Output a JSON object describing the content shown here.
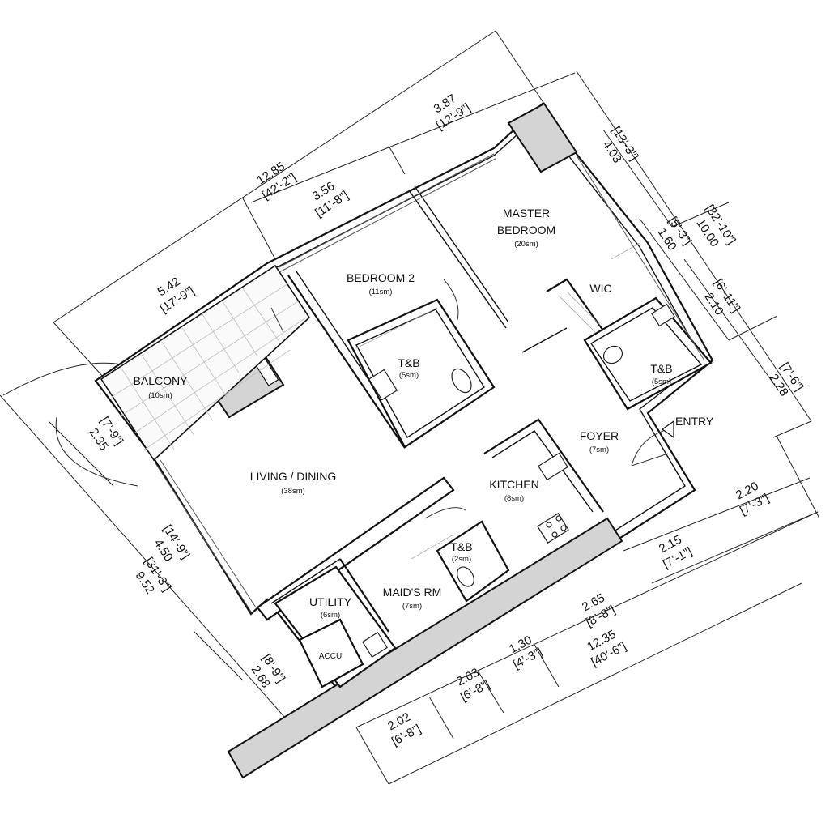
{
  "rooms": {
    "master": {
      "name_1": "MASTER",
      "name_2": "BEDROOM",
      "area": "(20sm)"
    },
    "bedroom2": {
      "name": "BEDROOM 2",
      "area": "(11sm)"
    },
    "wic": {
      "name": "WIC"
    },
    "tb_bed2": {
      "name": "T&B",
      "area": "(5sm)"
    },
    "tb_master": {
      "name": "T&B",
      "area": "(5sm)"
    },
    "tb_maid": {
      "name": "T&B",
      "area": "(2sm)"
    },
    "balcony": {
      "name": "BALCONY",
      "area": "(10sm)"
    },
    "living": {
      "name": "LIVING / DINING",
      "area": "(38sm)"
    },
    "kitchen": {
      "name": "KITCHEN",
      "area": "(8sm)"
    },
    "foyer": {
      "name": "FOYER",
      "area": "(7sm)"
    },
    "utility": {
      "name": "UTILITY",
      "area": "(6sm)"
    },
    "maids": {
      "name": "MAID'S RM",
      "area": "(7sm)"
    },
    "accu": {
      "name": "ACCU"
    }
  },
  "entry": {
    "label": "ENTRY"
  },
  "dimensions": {
    "top_total": {
      "m": "12.85",
      "ft": "[42’-2”]"
    },
    "top_balcony": {
      "m": "5.42",
      "ft": "[17’-9”]"
    },
    "top_bed2": {
      "m": "3.56",
      "ft": "[11’-8”]"
    },
    "top_master": {
      "m": "3.87",
      "ft": "[12’-9”]"
    },
    "right_total": {
      "m": "10.00",
      "ft": "[32’-10”]"
    },
    "right_a": {
      "m": "4.03",
      "ft": "[13’-3”]"
    },
    "right_b": {
      "m": "1.60",
      "ft": "[5’-3”]"
    },
    "right_c": {
      "m": "2.10",
      "ft": "[6’-11”]"
    },
    "right_d": {
      "m": "2.28",
      "ft": "[7’-6”]"
    },
    "entry_a": {
      "m": "2.20",
      "ft": "[7’-3”]"
    },
    "entry_b": {
      "m": "2.15",
      "ft": "[7’-1”]"
    },
    "bot_total": {
      "m": "12.35",
      "ft": "[40’-6”]"
    },
    "bot_a": {
      "m": "2.65",
      "ft": "[8’-8”]"
    },
    "bot_b": {
      "m": "1.30",
      "ft": "[4’-3”]"
    },
    "bot_c": {
      "m": "2.03",
      "ft": "[6’-8”]"
    },
    "bot_d": {
      "m": "2.02",
      "ft": "[6’-8”]"
    },
    "left_total": {
      "m": "9.52",
      "ft": "[31’-3”]"
    },
    "left_a": {
      "m": "4.50",
      "ft": "[14’-9”]"
    },
    "left_b": {
      "m": "2.35",
      "ft": "[7’-9”]"
    },
    "left_c": {
      "m": "2.68",
      "ft": "[8’-9”]"
    }
  }
}
